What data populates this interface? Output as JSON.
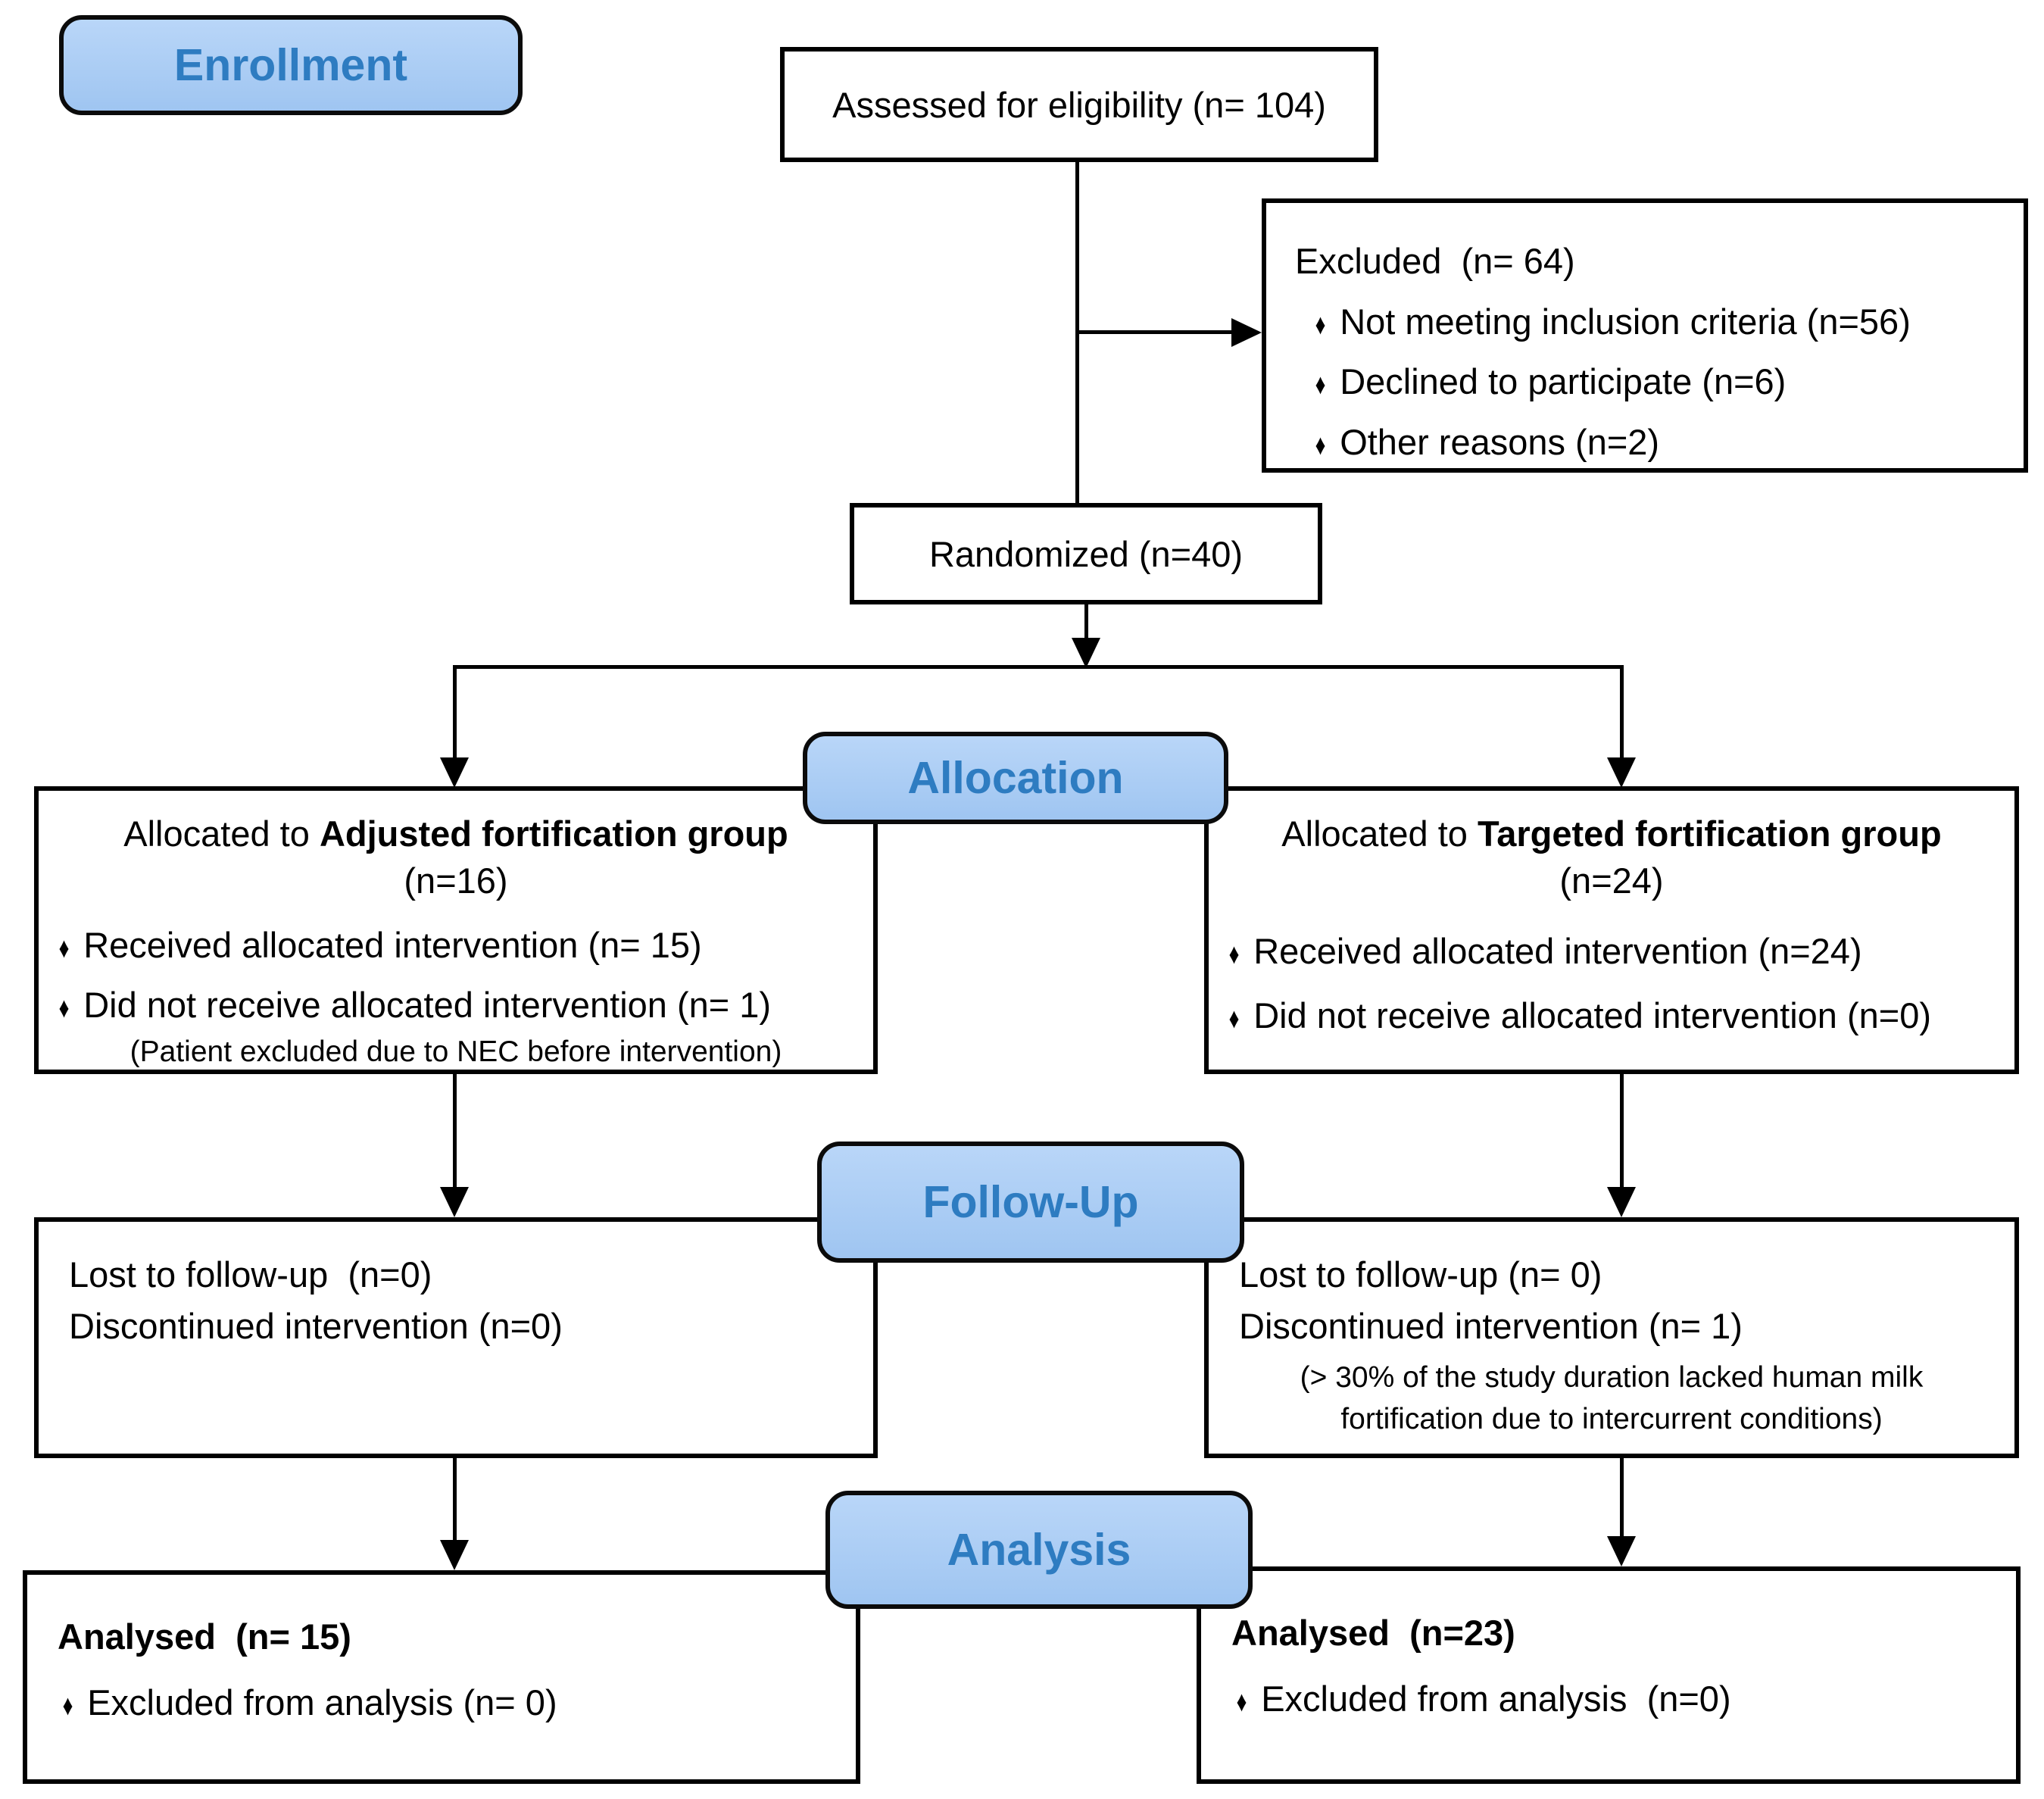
{
  "colors": {
    "label_fill": "#A7CBF3",
    "label_text": "#2E7CC1",
    "box_border": "#000000",
    "line": "#000000"
  },
  "bullet": "♦",
  "stages": {
    "enrollment": "Enrollment",
    "allocation": "Allocation",
    "followup": "Follow-Up",
    "analysis": "Analysis"
  },
  "boxes": {
    "assessed": {
      "text": "Assessed for eligibility (n= 104)"
    },
    "excluded": {
      "title": "Excluded  (n= 64)",
      "items": [
        "Not meeting inclusion criteria (n=56)",
        "Declined to participate (n=6)",
        "Other reasons (n=2)"
      ]
    },
    "randomized": {
      "text": "Randomized (n=40)"
    },
    "alloc_left": {
      "title_prefix": "Allocated to ",
      "title_bold": "Adjusted fortification group",
      "n_line": "(n=16)",
      "items": [
        "Received allocated intervention (n= 15)",
        "Did not receive allocated intervention (n= 1)"
      ],
      "note": "(Patient excluded due to NEC before intervention)"
    },
    "alloc_right": {
      "title_prefix": "Allocated to ",
      "title_bold": "Targeted fortification group",
      "n_line": "(n=24)",
      "items": [
        "Received allocated intervention (n=24)",
        "Did not receive allocated intervention (n=0)"
      ]
    },
    "followup_left": {
      "lines": [
        "Lost to follow-up  (n=0)",
        "Discontinued intervention (n=0)"
      ]
    },
    "followup_right": {
      "lines": [
        "Lost to follow-up (n= 0)",
        "Discontinued intervention (n= 1)"
      ],
      "note_line1": "(> 30% of the study duration lacked human milk",
      "note_line2": "fortification due to intercurrent conditions)"
    },
    "analysis_left": {
      "title": "Analysed  (n= 15)",
      "items": [
        "Excluded from analysis (n= 0)"
      ]
    },
    "analysis_right": {
      "title": "Analysed  (n=23)",
      "items": [
        "Excluded from analysis  (n=0)"
      ]
    }
  }
}
